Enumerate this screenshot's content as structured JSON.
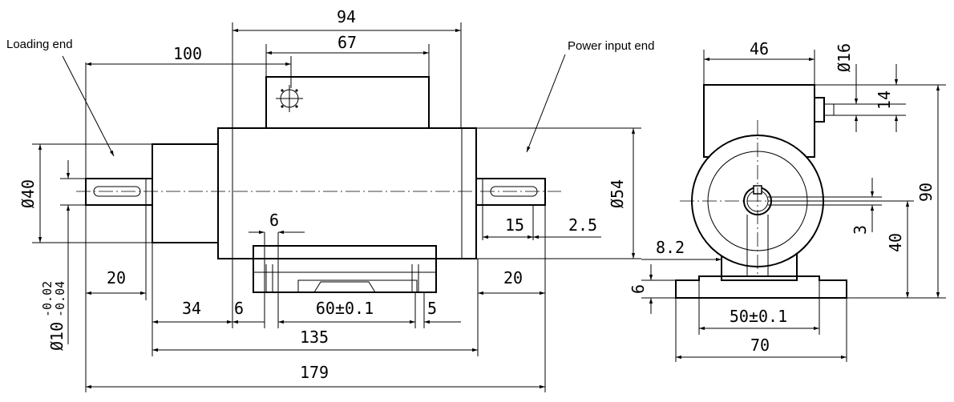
{
  "labels": {
    "loading_end": "Loading end",
    "power_input_end": "Power input end"
  },
  "side_view": {
    "overall_length": "179",
    "body_length": "135",
    "shaft_to_body": "100",
    "width_top": "94",
    "connector_box_width": "67",
    "body_diameter": "Ø54",
    "hub_diameter": "Ø40",
    "shaft_diameter_base": "Ø10",
    "shaft_tol_upper": "-0.02",
    "shaft_tol_lower": "-0.04",
    "left_shaft_length": "20",
    "right_shaft_length": "20",
    "offset_34": "34",
    "offset_6_left": "6",
    "foot_width_6": "6",
    "hole_spacing": "60±0.1",
    "slot_5": "5",
    "keyway_15": "15",
    "keyway_2_5": "2.5"
  },
  "end_view": {
    "width_46": "46",
    "connector_dia": "Ø16",
    "connector_14": "14",
    "height_90": "90",
    "center_height_40": "40",
    "key_3": "3",
    "base_8_2": "8.2",
    "base_6": "6",
    "hole_spacing": "50±0.1",
    "base_width": "70"
  }
}
